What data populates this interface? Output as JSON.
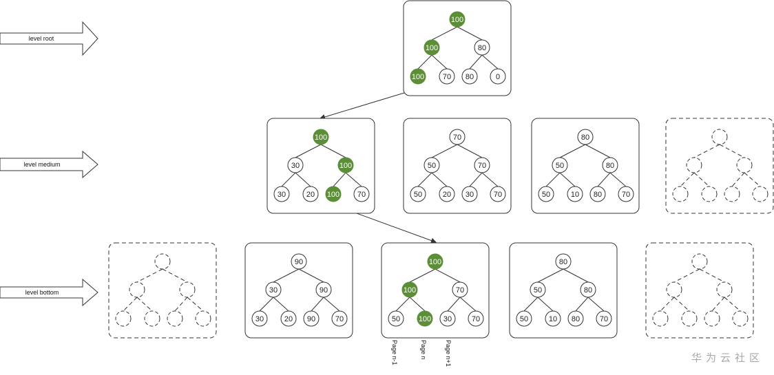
{
  "colors": {
    "highlight": "#5b8e37",
    "line": "#333333",
    "watermark": "#a9a9a9"
  },
  "levels": [
    {
      "label": "level root"
    },
    {
      "label": "level medium"
    },
    {
      "label": "level bottom"
    }
  ],
  "trees": [
    {
      "id": "root",
      "style": "solid",
      "values": [
        "100",
        "100",
        "80",
        "100",
        "70",
        "80",
        "0"
      ],
      "highlight": [
        0,
        1,
        3
      ]
    },
    {
      "id": "medium-1",
      "style": "solid",
      "values": [
        "100",
        "30",
        "100",
        "30",
        "20",
        "100",
        "70"
      ],
      "highlight": [
        0,
        2,
        5
      ]
    },
    {
      "id": "medium-2",
      "style": "solid",
      "values": [
        "70",
        "50",
        "70",
        "50",
        "20",
        "30",
        "70"
      ],
      "highlight": []
    },
    {
      "id": "medium-3",
      "style": "solid",
      "values": [
        "80",
        "50",
        "80",
        "50",
        "10",
        "80",
        "70"
      ],
      "highlight": []
    },
    {
      "id": "medium-4",
      "style": "dashed",
      "values": [
        "",
        "",
        "",
        "",
        "",
        "",
        ""
      ],
      "highlight": []
    },
    {
      "id": "bottom-1",
      "style": "dashed",
      "values": [
        "",
        "",
        "",
        "",
        "",
        "",
        ""
      ],
      "highlight": []
    },
    {
      "id": "bottom-2",
      "style": "solid",
      "values": [
        "90",
        "30",
        "90",
        "30",
        "20",
        "90",
        "70"
      ],
      "highlight": []
    },
    {
      "id": "bottom-3",
      "style": "solid",
      "values": [
        "100",
        "100",
        "70",
        "50",
        "100",
        "30",
        "70"
      ],
      "highlight": [
        0,
        1,
        4
      ]
    },
    {
      "id": "bottom-4",
      "style": "solid",
      "values": [
        "80",
        "50",
        "80",
        "50",
        "10",
        "80",
        "70"
      ],
      "highlight": []
    },
    {
      "id": "bottom-5",
      "style": "dashed",
      "values": [
        "",
        "",
        "",
        "",
        "",
        "",
        ""
      ],
      "highlight": []
    }
  ],
  "page_labels": [
    "Page n-1",
    "Page n",
    "Page n+1"
  ],
  "watermark": "华为云社区"
}
